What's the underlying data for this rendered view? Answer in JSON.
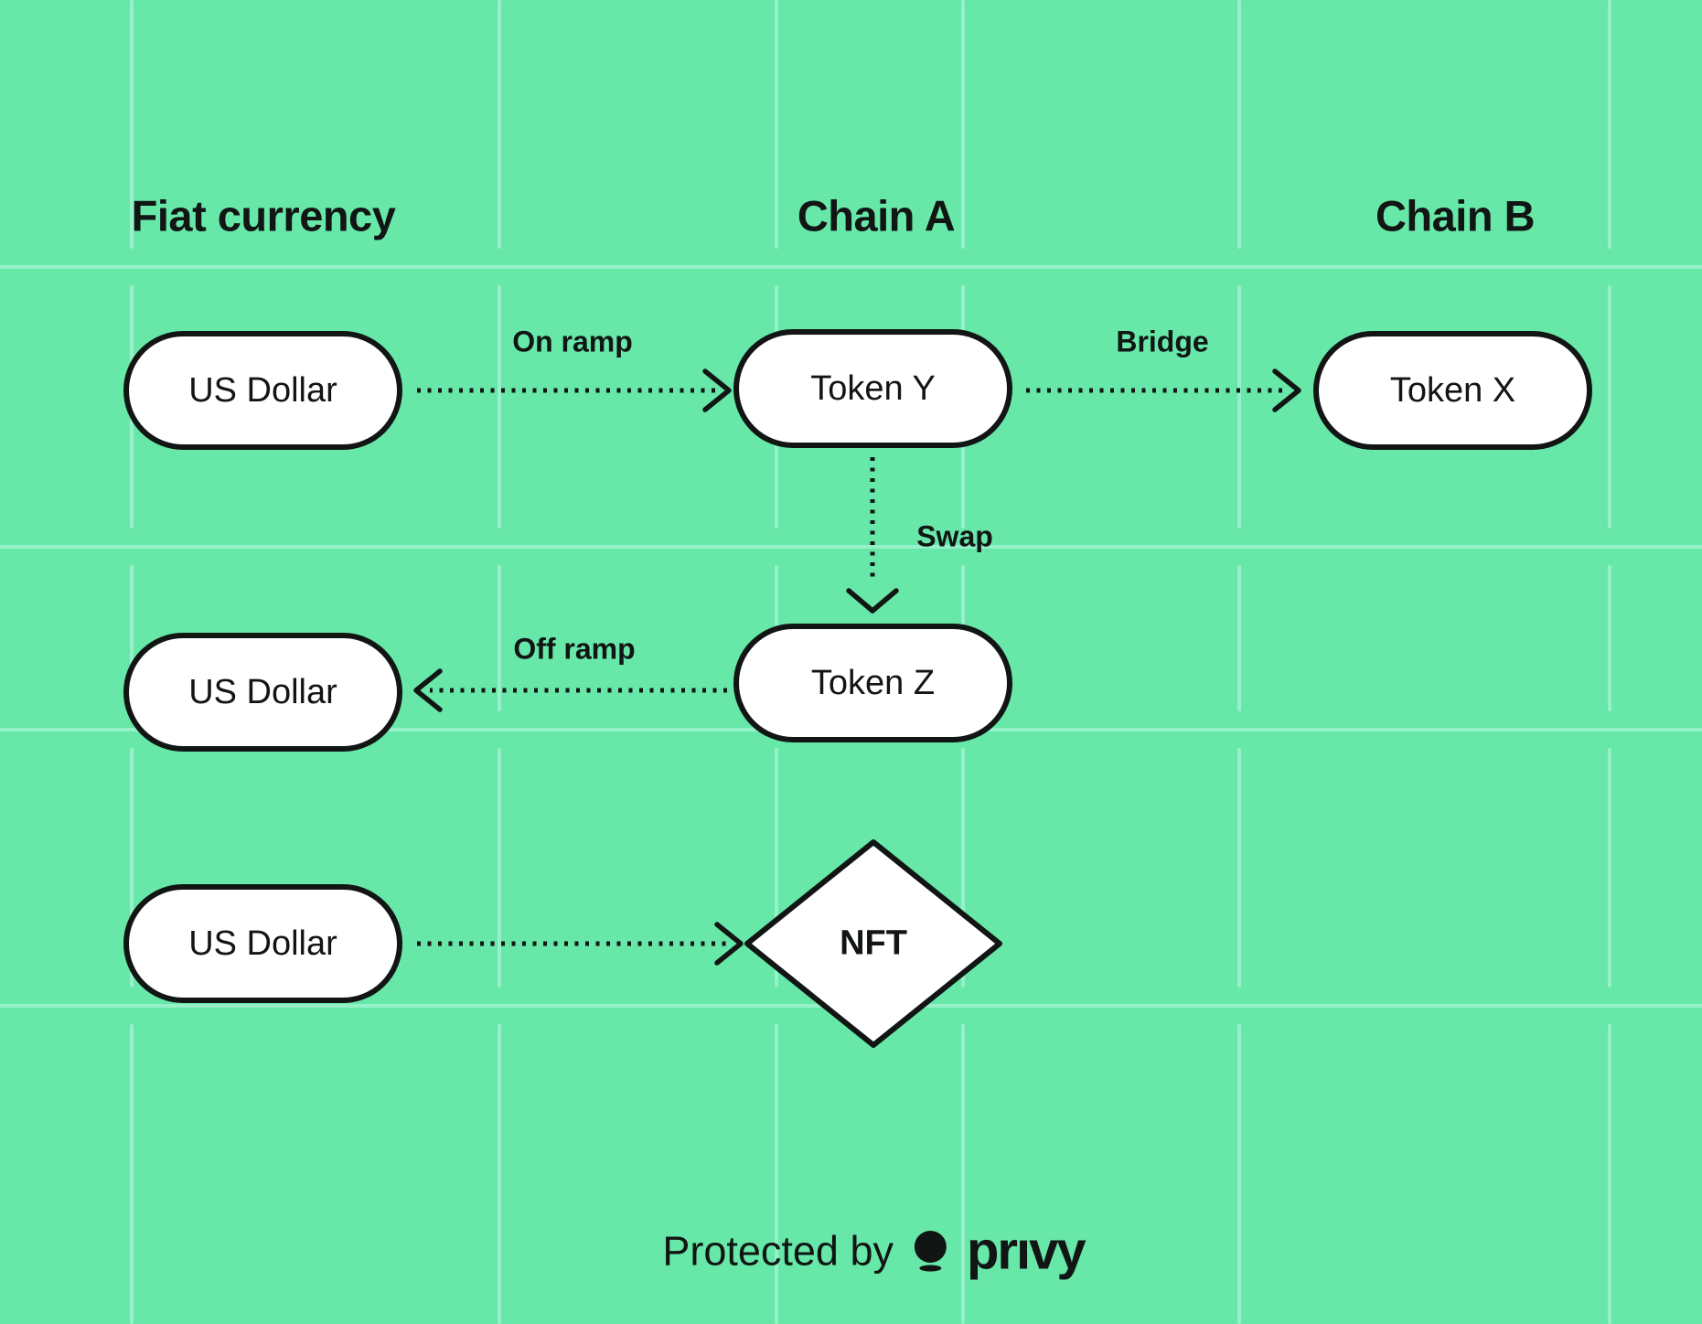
{
  "diagram": {
    "columns": [
      {
        "label": "Fiat currency"
      },
      {
        "label": "Chain A"
      },
      {
        "label": "Chain B"
      }
    ],
    "nodes": [
      {
        "id": "usd1",
        "label": "US Dollar",
        "shape": "pill",
        "column": "Fiat currency"
      },
      {
        "id": "tokenY",
        "label": "Token Y",
        "shape": "pill",
        "column": "Chain A"
      },
      {
        "id": "tokenX",
        "label": "Token X",
        "shape": "pill",
        "column": "Chain B"
      },
      {
        "id": "usd2",
        "label": "US Dollar",
        "shape": "pill",
        "column": "Fiat currency"
      },
      {
        "id": "tokenZ",
        "label": "Token Z",
        "shape": "pill",
        "column": "Chain A"
      },
      {
        "id": "usd3",
        "label": "US Dollar",
        "shape": "pill",
        "column": "Fiat currency"
      },
      {
        "id": "nft",
        "label": "NFT",
        "shape": "diamond",
        "column": "Chain A"
      }
    ],
    "edges": [
      {
        "from": "usd1",
        "to": "tokenY",
        "label": "On ramp",
        "style": "dotted-arrow"
      },
      {
        "from": "tokenY",
        "to": "tokenX",
        "label": "Bridge",
        "style": "dotted-arrow"
      },
      {
        "from": "tokenY",
        "to": "tokenZ",
        "label": "Swap",
        "style": "dotted-arrow"
      },
      {
        "from": "tokenZ",
        "to": "usd2",
        "label": "Off ramp",
        "style": "dotted-arrow"
      },
      {
        "from": "usd3",
        "to": "nft",
        "label": "",
        "style": "dotted-arrow"
      }
    ]
  },
  "footer": {
    "prefix": "Protected by",
    "brand": "prıvy",
    "icon": "privy-balloon-icon"
  },
  "colors": {
    "background": "#67E8A9",
    "grid": "#96F1C9",
    "ink": "#111513",
    "node_fill": "#FFFFFF"
  }
}
